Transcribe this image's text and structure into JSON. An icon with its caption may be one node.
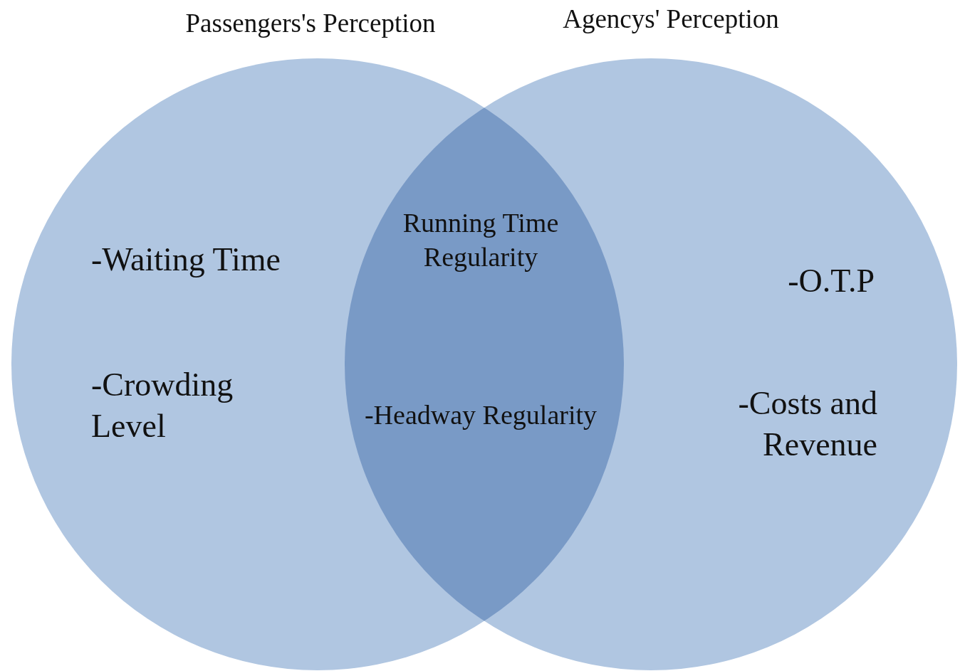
{
  "diagram": {
    "nodes": [
      {
        "text": [
          "Passengers's Perception",
          "-Waiting Time",
          "-Crowding Level"
        ]
      },
      {
        "text": [
          "Agencys' Perception",
          "-O.T.P",
          "-Costs and Revenue"
        ]
      }
    ],
    "labels": [
      "Running Time Regularity",
      "-Headway Regularity"
    ]
  }
}
